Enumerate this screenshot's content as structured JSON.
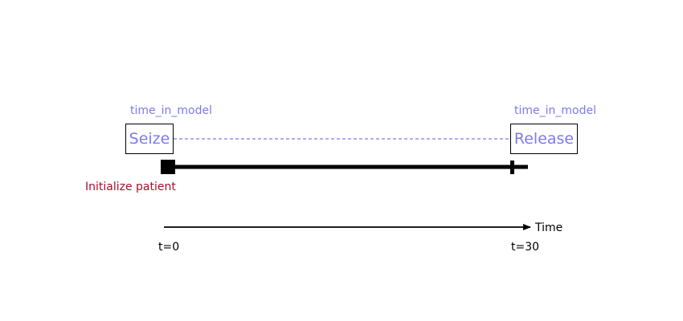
{
  "seize": {
    "annotation": "time_in_model",
    "label": "Seize"
  },
  "release": {
    "annotation": "time_in_model",
    "label": "Release"
  },
  "init_label": "Initialize patient",
  "axis": {
    "label": "Time",
    "start_label": "t=0",
    "end_label": "t=30"
  },
  "colors": {
    "block_text": "#7b7bee",
    "init_text": "#a50f2a",
    "line": "#000000",
    "connector": "#7b7bee"
  }
}
